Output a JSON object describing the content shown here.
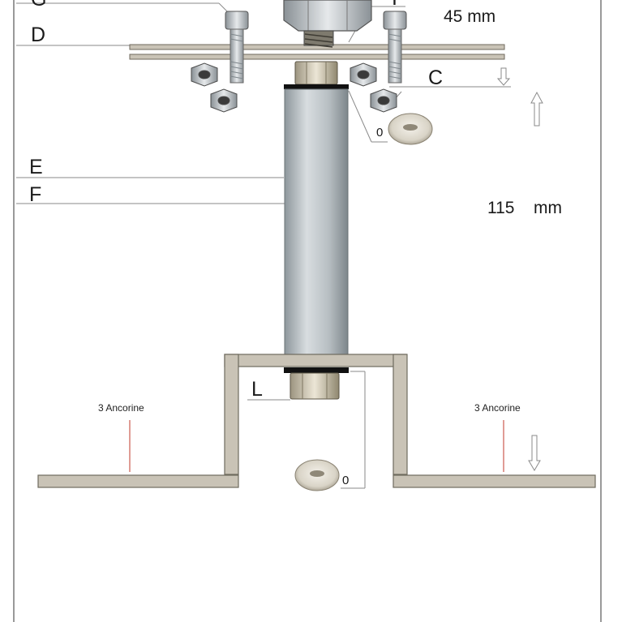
{
  "labels": {
    "top_left_partial": "G",
    "top_mid_partial": "I",
    "d": "D",
    "c": "C",
    "e": "E",
    "f": "F",
    "l": "L",
    "washer_top": "0",
    "washer_bottom": "0"
  },
  "dimensions": {
    "top": "45 mm",
    "middle_value": "115",
    "middle_unit": "mm"
  },
  "anchors": {
    "left": "3 Ancorine",
    "right": "3 Ancorine"
  },
  "colors": {
    "metal_plate": "#c9c3b6",
    "metal_edge": "#6f6a5e",
    "tube": "#b5bcc0",
    "leader_line": "#8a8a8a",
    "anchor_line": "#c0392b"
  }
}
